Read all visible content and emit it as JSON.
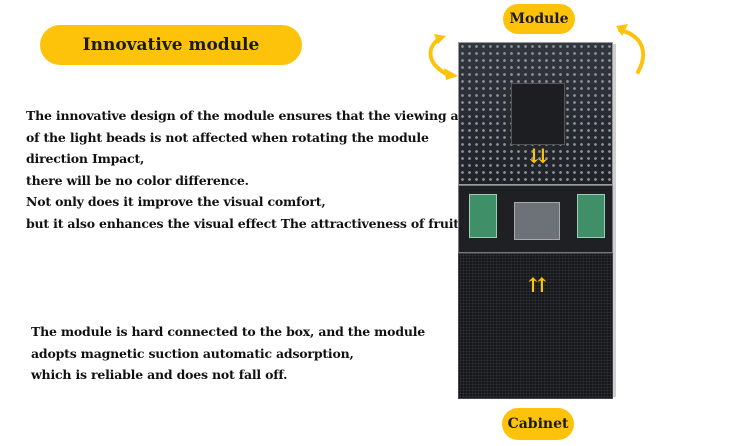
{
  "title": "Innovative module",
  "paragraph1": [
    "The innovative design of the module ensures that the viewing angle",
    "of the light beads is not affected when rotating the module",
    "direction Impact,",
    "there will be no color difference.",
    "Not only does it improve the visual comfort,",
    "but it also enhances the visual effect  The attractiveness of fruit."
  ],
  "paragraph2": [
    "The module is hard connected to the box, and the module",
    "adopts magnetic suction automatic adsorption,",
    "which is reliable and does not fall off."
  ],
  "labels": {
    "module": "Module",
    "cabinet": "Cabinet"
  },
  "arrows": {
    "down": "⇊",
    "up": "⇈"
  },
  "colors": {
    "accent": "#fdc30a",
    "text": "#111111",
    "background": "#ffffff"
  },
  "icons": [
    "rotate-left-arrow-icon",
    "rotate-right-arrow-icon",
    "double-down-arrow-icon",
    "double-up-arrow-icon"
  ]
}
